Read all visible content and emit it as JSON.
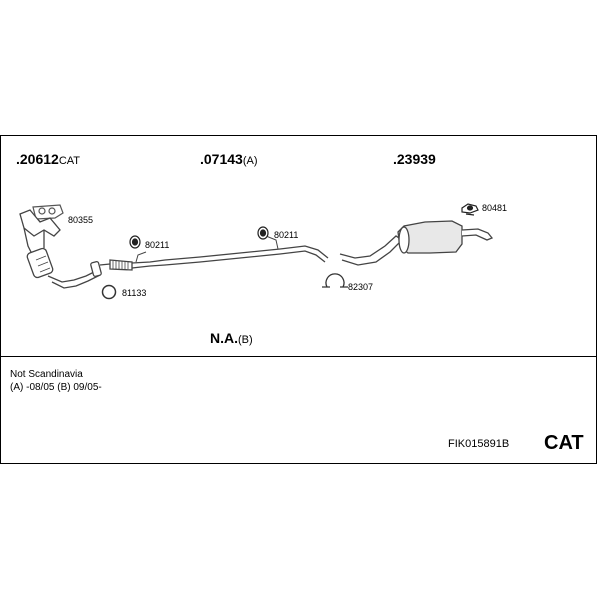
{
  "parts": {
    "manifold": {
      "number": ".20612",
      "suffix": "CAT"
    },
    "front_pipe": {
      "number": ".07143",
      "suffix": "(A)"
    },
    "rear_silencer": {
      "number": ".23939",
      "suffix": ""
    },
    "na_part": {
      "number": "N.A.",
      "suffix": "(B)"
    }
  },
  "accessories": {
    "gasket_80355": "80355",
    "rubber_80211_left": "80211",
    "rubber_80211_right": "80211",
    "ring_81133": "81133",
    "clamp_82307": "82307",
    "rubber_80481": "80481"
  },
  "notes": {
    "line1": "Not Scandinavia",
    "line2": "(A) -08/05 (B) 09/05-"
  },
  "kit_code": "FIK015891B",
  "kit_type": "CAT"
}
